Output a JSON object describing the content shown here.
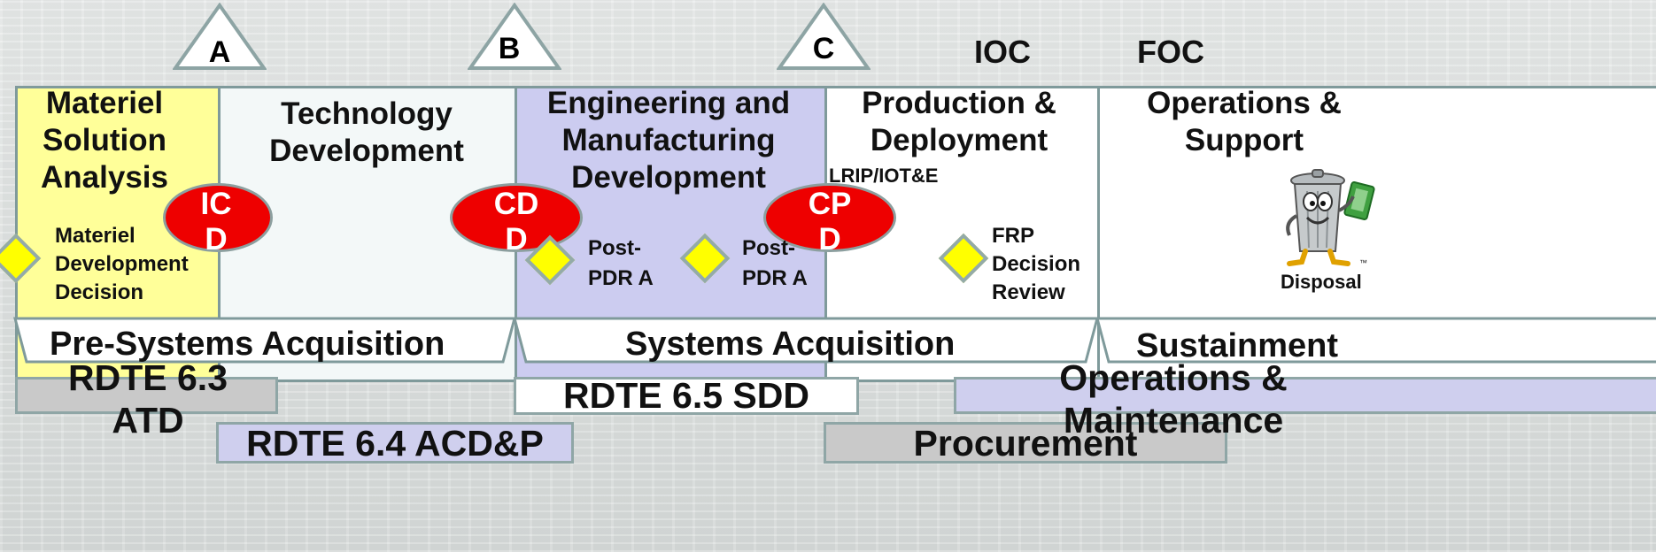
{
  "milestones": {
    "a": "A",
    "b": "B",
    "c": "C",
    "ioc": "IOC",
    "foc": "FOC"
  },
  "phases": {
    "msa": "Materiel\nSolution\nAnalysis",
    "td": "Technology\nDevelopment",
    "emd": "Engineering and\nManufacturing\nDevelopment",
    "pd": "Production &\nDeployment",
    "os": "Operations &\nSupport"
  },
  "lrip_label": "LRIP/IOT&E",
  "decision_points": {
    "icd": "IC\nD",
    "cdd": "CD\nD",
    "cpd": "CP\nD"
  },
  "decisions": {
    "mdd": "Materiel\nDevelopment\nDecision",
    "post_pdr_1": "Post-\nPDR A",
    "post_pdr_2": "Post-\nPDR A",
    "frp": "FRP\nDecision\nReview"
  },
  "disposal_label": "Disposal",
  "trademark": "™",
  "acquisition_bands": {
    "pre": "Pre-Systems Acquisition",
    "sys": "Systems Acquisition",
    "sust": "Sustainment"
  },
  "funding": {
    "rdte63": "RDTE  6.3\nATD",
    "rdte64": "RDTE 6.4 ACD&P",
    "rdte65": "RDTE 6.5 SDD",
    "procurement": "Procurement",
    "om": "Operations &\nMaintenance"
  },
  "colors": {
    "msa_fill": "#ffff99",
    "td_fill": "#f3f8f8",
    "emd_fill": "#ccccf0",
    "white_fill": "#ffffff",
    "oval_red": "#ee0000",
    "diamond_yellow": "#ffff00",
    "border_teal": "#7f9a9b",
    "funding_gray": "#c9c9c9",
    "funding_lavender": "#cfcfee"
  }
}
